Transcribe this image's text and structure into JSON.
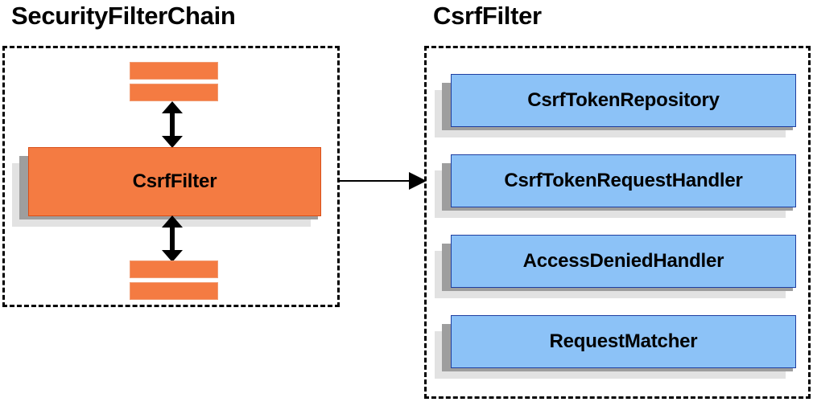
{
  "diagram": {
    "type": "component-diagram",
    "background": "#ffffff",
    "panels": [
      {
        "id": "security-filter-chain",
        "title": "SecurityFilterChain",
        "border_style": "dashed",
        "border_color": "#000000"
      },
      {
        "id": "csrf-filter",
        "title": "CsrfFilter",
        "border_style": "dashed",
        "border_color": "#000000"
      }
    ]
  },
  "left_panel": {
    "title": "SecurityFilterChain",
    "main_node": {
      "label": "CsrfFilter",
      "fill": "#f47b42",
      "border": "#d94f18"
    },
    "unlabeled_filters_above": 2,
    "unlabeled_filters_below": 2,
    "filter_fill": "#f47b42",
    "arrows": [
      {
        "name": "arrow-above-csrffilter",
        "direction": "bidirectional-vertical"
      },
      {
        "name": "arrow-below-csrffilter",
        "direction": "bidirectional-vertical"
      }
    ]
  },
  "right_panel": {
    "title": "CsrfFilter",
    "collaborator_fill": "#8cc2f7",
    "collaborator_border": "#1f3fa0",
    "collaborators": [
      {
        "label": "CsrfTokenRepository"
      },
      {
        "label": "CsrfTokenRequestHandler"
      },
      {
        "label": "AccessDeniedHandler"
      },
      {
        "label": "RequestMatcher"
      }
    ]
  },
  "connector": {
    "name": "csrffilter-to-collaborators",
    "direction": "left-to-right",
    "style": "solid-single-arrow",
    "color": "#000000"
  },
  "shadow": {
    "near": "#9e9e9e",
    "far": "#e2e2e2"
  }
}
